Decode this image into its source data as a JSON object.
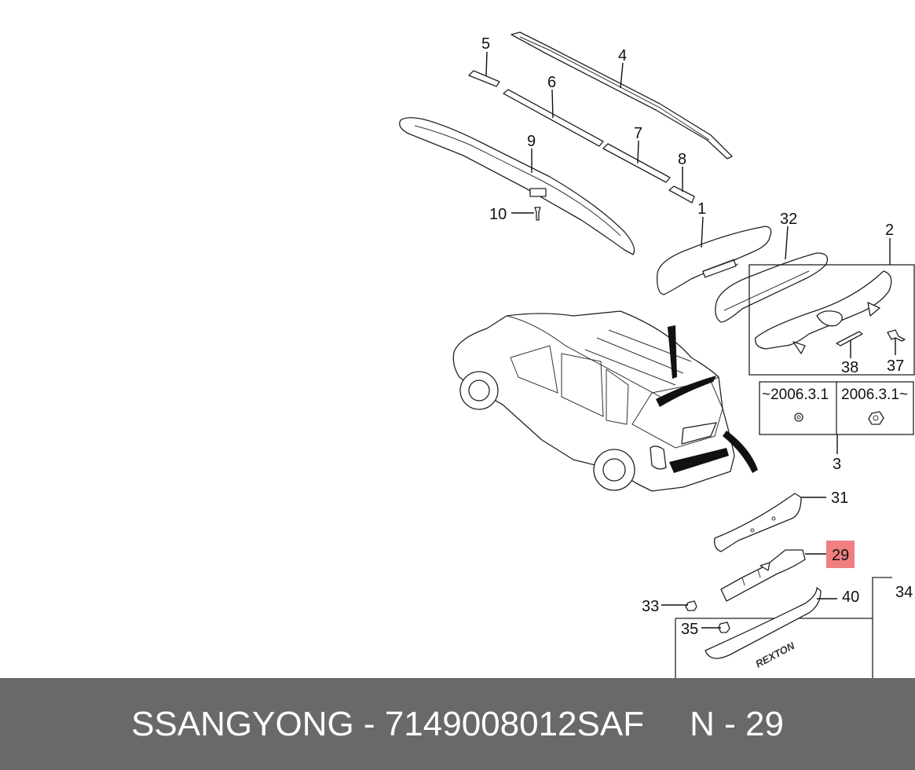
{
  "diagram": {
    "callouts": {
      "c1": "1",
      "c2": "2",
      "c3": "3",
      "c4": "4",
      "c5": "5",
      "c6": "6",
      "c7": "7",
      "c8": "8",
      "c9": "9",
      "c10": "10",
      "c29": "29",
      "c31": "31",
      "c32": "32",
      "c33": "33",
      "c34": "34",
      "c35": "35",
      "c37": "37",
      "c38": "38",
      "c40": "40"
    },
    "date_before": "~2006.3.1",
    "date_after": "2006.3.1~",
    "highlight_color": "#f08080"
  },
  "footer": {
    "brand": "SSANGYONG",
    "separator": " - ",
    "part_number": "7149008012SAF",
    "position_label": "N - 29",
    "background": "#696969"
  }
}
